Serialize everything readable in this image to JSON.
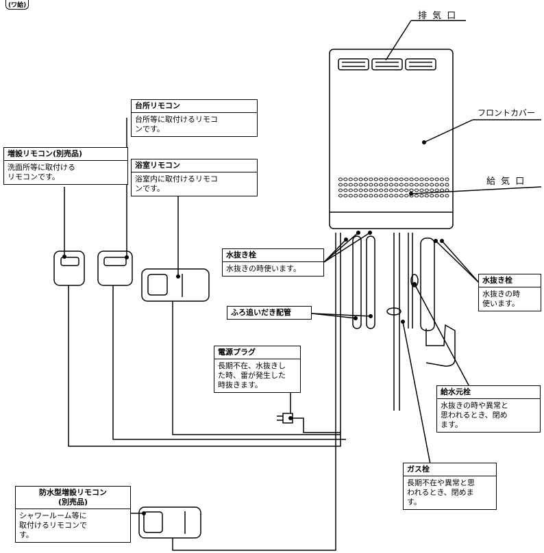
{
  "corner_mark": "(ワ給)",
  "labels": {
    "exhaust": "排 気 口",
    "front_cover": "フロントカバー",
    "intake": "給 気 口"
  },
  "boxes": {
    "additional_remote": {
      "title": "増設リモコン(別売品)",
      "body": "洗面所等に取付ける\nリモコンです。"
    },
    "kitchen_remote": {
      "title": "台所リモコン",
      "body": "台所等に取付けるリモコ\nンです。"
    },
    "bath_remote": {
      "title": "浴室リモコン",
      "body": "浴室内に取付けるリモコ\nンです。"
    },
    "drain_plug_left": {
      "title": "水抜き栓",
      "body": "水抜きの時使います。"
    },
    "drain_plug_right": {
      "title": "水抜き栓",
      "body": "水抜きの時\n使います。"
    },
    "bath_pipe": {
      "title": "ふろ追いだき配管",
      "body": ""
    },
    "power_plug": {
      "title": "電源プラグ",
      "body": "長期不在、水抜きし\nた時、雷が発生した\n時抜きます。"
    },
    "water_valve": {
      "title": "給水元栓",
      "body": "水抜きの時や異常と\n思われるとき、閉め\nます。"
    },
    "gas_valve": {
      "title": "ガス栓",
      "body": "長期不在や異常と思\nわれるとき、閉めま\nす。"
    },
    "waterproof_remote": {
      "title": "防水型増設リモコン\n(別売品)",
      "body": "シャワールーム等に\n取付けるリモコンで\nす。"
    }
  }
}
